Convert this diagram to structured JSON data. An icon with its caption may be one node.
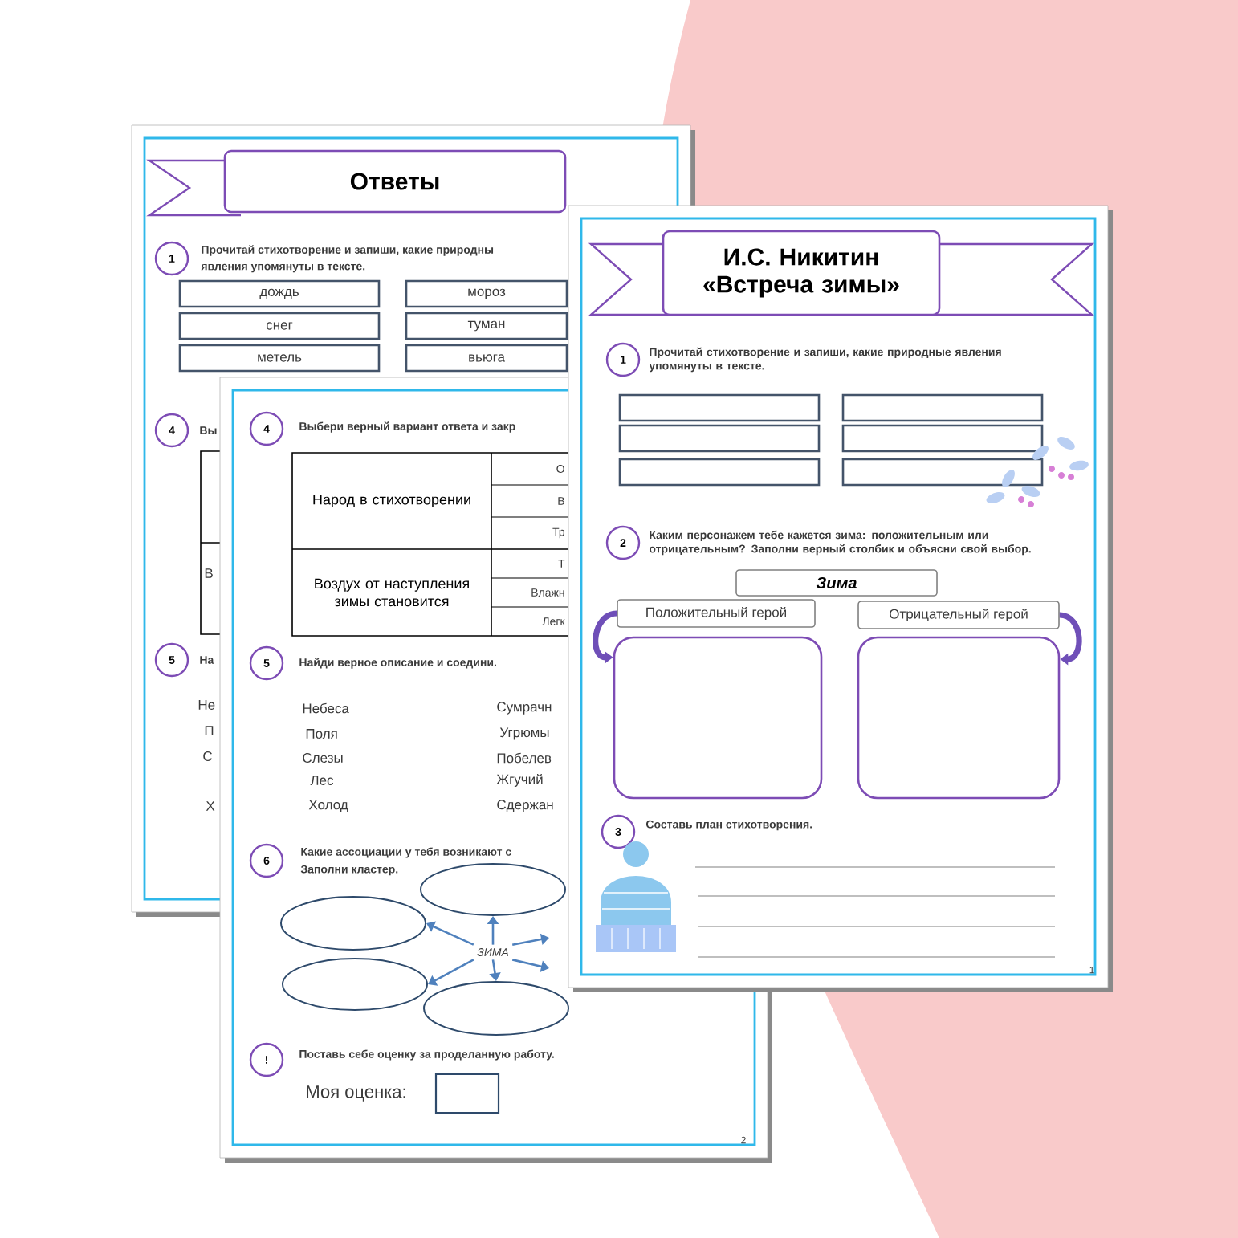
{
  "diagram": {
    "nodes": [
      {
        "text": [
          "Ответы"
        ]
      },
      {
        "text": [
          "1"
        ],
        "beside": [
          "Прочитай стихотворение и запиши, какие природны",
          "явления упомянуты в тексте."
        ]
      },
      {
        "text": [
          "дождь"
        ]
      },
      {
        "text": [
          "мороз"
        ]
      },
      {
        "text": [
          "снег"
        ]
      },
      {
        "text": [
          "туман"
        ]
      },
      {
        "text": [
          "метель"
        ]
      },
      {
        "text": [
          "вьюга"
        ]
      },
      {
        "text": [
          "4"
        ],
        "beside": [
          "Вы"
        ]
      },
      {
        "text": [
          "5"
        ],
        "beside": [
          "На"
        ]
      },
      {
        "text": [
          "4"
        ],
        "beside": [
          "Выбери верный вариант ответа и закр"
        ]
      },
      {
        "text": [
          "5"
        ],
        "beside": [
          "Найди верное описание и соедини."
        ]
      },
      {
        "text": [
          "6"
        ],
        "beside": [
          "Какие ассоциации у тебя возникают с",
          "Заполни кластер."
        ]
      },
      {
        "text": [],
        "shape": "ellipse"
      },
      {
        "text": [],
        "shape": "ellipse"
      },
      {
        "text": [
          "ЗИМА"
        ]
      },
      {
        "text": [],
        "shape": "ellipse"
      },
      {
        "text": [],
        "shape": "ellipse"
      },
      {
        "text": [
          "!"
        ],
        "beside": [
          "Поставь себе оценку за проделанную работу."
        ]
      },
      {
        "text": [],
        "shape": "box",
        "beside": [
          "Моя оценка:"
        ]
      },
      {
        "text": [
          "И.С. Никитин «Встреча зимы»"
        ]
      },
      {
        "text": [
          "1"
        ],
        "beside": [
          "Прочитай стихотворение и запиши, какие природные явления упомянуты в тексте."
        ]
      },
      {
        "text": [],
        "shape": "box"
      },
      {
        "text": [],
        "shape": "box"
      },
      {
        "text": [],
        "shape": "box"
      },
      {
        "text": [],
        "shape": "box"
      },
      {
        "text": [],
        "shape": "box"
      },
      {
        "text": [],
        "shape": "box"
      },
      {
        "text": [
          "2"
        ],
        "beside": [
          "Каким персонажем тебе кажется зима: положительным или отрицательным? Заполни верный столбик и объясни свой выбор."
        ]
      },
      {
        "text": [
          "Зима"
        ]
      },
      {
        "text": [
          "Положительный герой"
        ]
      },
      {
        "text": [
          "Отрицательный герой"
        ]
      },
      {
        "text": [],
        "shape": "box"
      },
      {
        "text": [],
        "shape": "box"
      },
      {
        "text": [
          "3"
        ],
        "beside": [
          "Составь план стихотворения."
        ]
      }
    ],
    "edges": [
      {
        "from": 15,
        "to": 13,
        "arrow": "to"
      },
      {
        "from": 15,
        "to": 14,
        "arrow": "to"
      },
      {
        "from": 15,
        "to": 16,
        "arrow": "to"
      },
      {
        "from": 15,
        "to": 17,
        "arrow": "to"
      },
      {
        "from": 15,
        "to": null,
        "arrow": "to"
      },
      {
        "from": 15,
        "to": null,
        "arrow": "to"
      },
      {
        "from": 30,
        "to": 32,
        "arrow": "to",
        "style": "thick",
        "color": "#6f4fb8"
      },
      {
        "from": 31,
        "to": 33,
        "arrow": "to",
        "style": "thick",
        "color": "#6f4fb8"
      }
    ],
    "labels": [
      "В",
      "Не",
      "П",
      "С",
      "Х",
      "Народ в стихотворении",
      "О",
      "В",
      "Тр",
      "Воздух от наступления зимы становится",
      "Т",
      "Влажн",
      "Легк",
      "Небеса",
      "Сумрачн",
      "Поля",
      "Угрюмы",
      "Слезы",
      "Побелев",
      "Лес",
      "Жгучий",
      "Холод",
      "Сдержан",
      "2",
      "1"
    ]
  }
}
